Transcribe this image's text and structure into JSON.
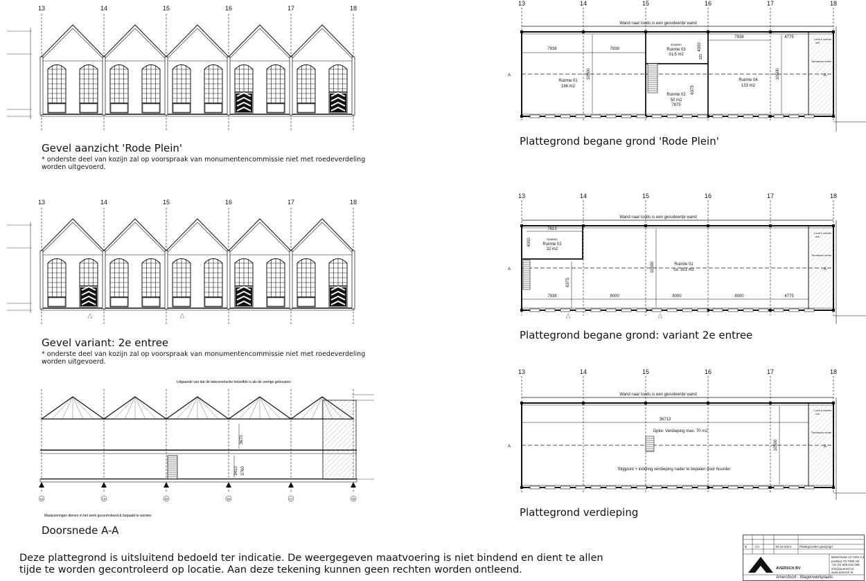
{
  "grid_labels": [
    "13",
    "14",
    "15",
    "16",
    "17",
    "18"
  ],
  "elevations": {
    "top": {
      "caption": "Gevel aanzicht 'Rode Plein'",
      "note": "* onderste deel van kozijn zal op voorspraak van monumentencommissie niet met roedeverdeling worden uitgevoerd."
    },
    "variant": {
      "caption": "Gevel variant: 2e entree",
      "note": "* onderste deel van kozijn zal op voorspraak van monumentencommissie niet met roedeverdeling worden uitgevoerd."
    }
  },
  "section": {
    "header_note": "Uitgaande van dat de dakconstructie hetzelfde is als de overige gebouwen",
    "dims": [
      "3670",
      "3410",
      "3760"
    ],
    "footer_note": "Maatvoeringen dienen in het werk gecontroleerd & bepaald te worden.",
    "axis_labels": [
      "13",
      "14",
      "15",
      "16",
      "17",
      "18"
    ],
    "caption": "Doorsnede A-A"
  },
  "plan1": {
    "wall_label": "Wand naar loods is een geisoleerde wand",
    "dims_top": [
      "7938",
      "7938",
      "7938",
      "4775"
    ],
    "dims_mid": [
      "4000",
      "125"
    ],
    "dims_side": [
      "10500",
      "10500",
      "6375"
    ],
    "room01": [
      "Ruimte 01",
      "166 m2"
    ],
    "room02": [
      "Ruimte 02",
      "50 m2",
      "7875"
    ],
    "room03": [
      "Keuken",
      "Ruimte 03",
      "31,5 m2"
    ],
    "room04": [
      "Ruimte 04",
      "133 m2"
    ],
    "caption": "Plattegrond begane grond 'Rode Plein'"
  },
  "plan2": {
    "wall_label": "Wand naar loods is een geisoleerde wand",
    "dim_top": "7813",
    "dim_left": "4000",
    "kitchen": [
      "Keuken",
      "Ruimte 02",
      "32 m2"
    ],
    "room01": [
      "Ruimte 01",
      "ca. 351 m2"
    ],
    "dim_side": "10500",
    "dim_6375": "6375",
    "dims_bottom": [
      "7938",
      "8000",
      "8000",
      "8000",
      "4775"
    ],
    "caption": "Plattegrond begane grond: variant 2e entree"
  },
  "plan3": {
    "wall_label": "Wand naar loods is een geisoleerde wand",
    "dim_length": "36713",
    "option": "Optie: Verdieping max. 70 m2",
    "dim_side": "10500",
    "stair_note": "Stijgpunt + indeling verdieping nader te bepalen door huurder",
    "caption": "Plattegrond verdieping"
  },
  "side_labels": [
    "Lucht & warmte-",
    "unit",
    "Technische ruimte"
  ],
  "disclaimer": {
    "line1": "Deze plattegrond is uitsluitend bedoeld ter indicatie. De weergegeven maatvoering is niet bindend en dient te allen",
    "line2": "tijde te worden gecontroleerd op locatie. Aan deze tekening kunnen geen rechten worden ontleend."
  },
  "title_block": {
    "company": "AVERSCH BV",
    "rev": "B",
    "rev_by": "CA",
    "date": "30-10-2024",
    "desc": "Plattegronden gewijzigd",
    "address": [
      "Bisterstraat 14   7481 C4",
      "postbus 70 7480 AB",
      "+31 (0) 548 516 388",
      "info@aversch.nl",
      "www.aversch.nl"
    ],
    "location": "Amersfoort - Wagenwerkplaats"
  }
}
